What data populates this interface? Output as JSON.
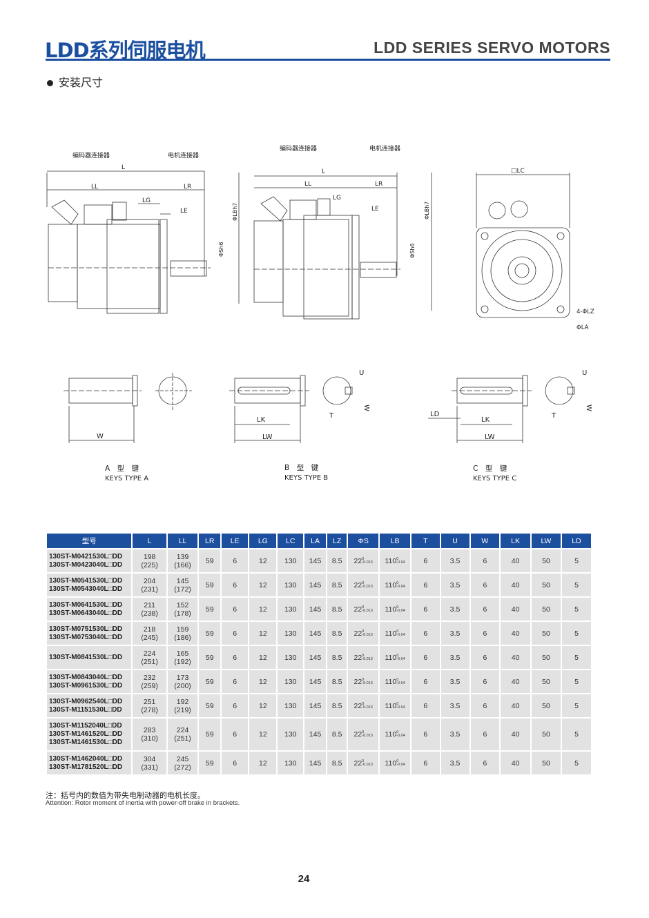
{
  "header": {
    "title_cn": "LDD系列伺服电机",
    "title_en": "LDD SERIES SERVO MOTORS"
  },
  "section_title": "安装尺寸",
  "drawings": {
    "encoder_connector": "编码器连接器",
    "motor_connector": "电机连接器",
    "dims": {
      "L": "L",
      "LL": "LL",
      "LR": "LR",
      "LG": "LG",
      "LE": "LE",
      "LB": "ΦLBh7",
      "S": "ΦSh6",
      "LC": "□LC",
      "LZ": "4-ΦLZ",
      "LA": "ΦLA",
      "U": "U",
      "T": "T",
      "W": "W",
      "LK": "LK",
      "LW": "LW",
      "LD": "LD"
    },
    "keys": [
      {
        "cn": "A　型　键",
        "en": "KEYS  TYPE  A"
      },
      {
        "cn": "B　型　键",
        "en": "KEYS  TYPE  B"
      },
      {
        "cn": "C　型　键",
        "en": "KEYS  TYPE  C"
      }
    ]
  },
  "table": {
    "headers": [
      "型号",
      "L",
      "LL",
      "LR",
      "LE",
      "LG",
      "LC",
      "LA",
      "LZ",
      "ΦS",
      "LB",
      "T",
      "U",
      "W",
      "LK",
      "LW",
      "LD"
    ],
    "tol": {
      "S_base": "22",
      "S_upper": "0",
      "S_lower": "-0.013",
      "LB_base": "110",
      "LB_upper": "0",
      "LB_lower": "-0.04"
    },
    "rows": [
      {
        "model": "130ST-M0421530L□DD\n130ST-M0423040L□DD",
        "L": "198\n(225)",
        "LL": "139\n(166)",
        "LR": "59",
        "LE": "6",
        "LG": "12",
        "LC": "130",
        "LA": "145",
        "LZ": "8.5",
        "T": "6",
        "U": "3.5",
        "W": "6",
        "LK": "40",
        "LW": "50",
        "LD": "5"
      },
      {
        "model": "130ST-M0541530L□DD\n130ST-M0543040L□DD",
        "L": "204\n(231)",
        "LL": "145\n(172)",
        "LR": "59",
        "LE": "6",
        "LG": "12",
        "LC": "130",
        "LA": "145",
        "LZ": "8.5",
        "T": "6",
        "U": "3.5",
        "W": "6",
        "LK": "40",
        "LW": "50",
        "LD": "5"
      },
      {
        "model": "130ST-M0641530L□DD\n130ST-M0643040L□DD",
        "L": "211\n(238)",
        "LL": "152\n(178)",
        "LR": "59",
        "LE": "6",
        "LG": "12",
        "LC": "130",
        "LA": "145",
        "LZ": "8.5",
        "T": "6",
        "U": "3.5",
        "W": "6",
        "LK": "40",
        "LW": "50",
        "LD": "5"
      },
      {
        "model": "130ST-M0751530L□DD\n130ST-M0753040L□DD",
        "L": "218\n(245)",
        "LL": "159\n(186)",
        "LR": "59",
        "LE": "6",
        "LG": "12",
        "LC": "130",
        "LA": "145",
        "LZ": "8.5",
        "T": "6",
        "U": "3.5",
        "W": "6",
        "LK": "40",
        "LW": "50",
        "LD": "5"
      },
      {
        "model": "130ST-M0841530L□DD",
        "L": "224\n(251)",
        "LL": "165\n(192)",
        "LR": "59",
        "LE": "6",
        "LG": "12",
        "LC": "130",
        "LA": "145",
        "LZ": "8.5",
        "T": "6",
        "U": "3.5",
        "W": "6",
        "LK": "40",
        "LW": "50",
        "LD": "5"
      },
      {
        "model": "130ST-M0843040L□DD\n130ST-M0961530L□DD",
        "L": "232\n(259)",
        "LL": "173\n(200)",
        "LR": "59",
        "LE": "6",
        "LG": "12",
        "LC": "130",
        "LA": "145",
        "LZ": "8.5",
        "T": "6",
        "U": "3.5",
        "W": "6",
        "LK": "40",
        "LW": "50",
        "LD": "5"
      },
      {
        "model": "130ST-M0962540L□DD\n130ST-M1151530L□DD",
        "L": "251\n(278)",
        "LL": "192\n(219)",
        "LR": "59",
        "LE": "6",
        "LG": "12",
        "LC": "130",
        "LA": "145",
        "LZ": "8.5",
        "T": "6",
        "U": "3.5",
        "W": "6",
        "LK": "40",
        "LW": "50",
        "LD": "5"
      },
      {
        "model": "130ST-M1152040L□DD\n130ST-M1461520L□DD\n130ST-M1461530L□DD",
        "L": "283\n(310)",
        "LL": "224\n(251)",
        "LR": "59",
        "LE": "6",
        "LG": "12",
        "LC": "130",
        "LA": "145",
        "LZ": "8.5",
        "T": "6",
        "U": "3.5",
        "W": "6",
        "LK": "40",
        "LW": "50",
        "LD": "5"
      },
      {
        "model": "130ST-M1462040L□DD\n130ST-M1781520L□DD",
        "L": "304\n(331)",
        "LL": "245\n(272)",
        "LR": "59",
        "LE": "6",
        "LG": "12",
        "LC": "130",
        "LA": "145",
        "LZ": "8.5",
        "T": "6",
        "U": "3.5",
        "W": "6",
        "LK": "40",
        "LW": "50",
        "LD": "5"
      }
    ]
  },
  "notes": {
    "cn": "注：括号内的数值为带失电制动器的电机长度。",
    "en": "Attention:   Rotor moment of inertia with power-off brake in brackets."
  },
  "page_number": "24"
}
